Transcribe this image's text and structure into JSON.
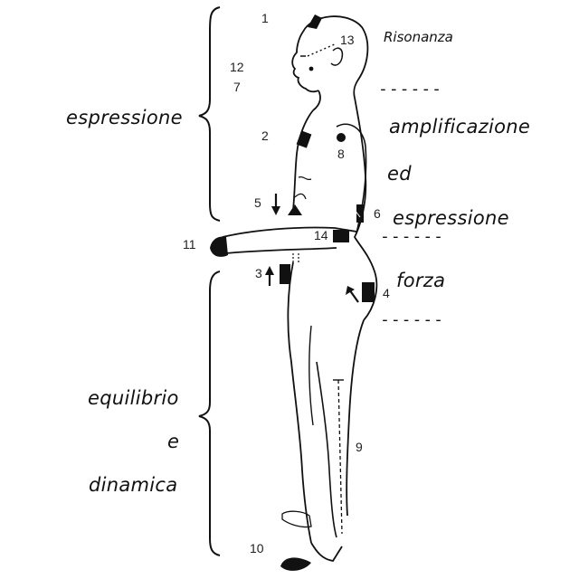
{
  "labels": {
    "risonanza": "Risonanza",
    "espressione_left": "espressione",
    "amplificazione": "amplificazione",
    "ed": "ed",
    "espressione_right": "espressione",
    "forza": "forza",
    "equilibrio": "equilibrio",
    "e": "e",
    "dinamica": "dinamica"
  },
  "separators": [
    "------",
    "------",
    "------"
  ],
  "points": [
    {
      "id": "p1",
      "label": "1"
    },
    {
      "id": "p2",
      "label": "2"
    },
    {
      "id": "p3",
      "label": "3"
    },
    {
      "id": "p4",
      "label": "4"
    },
    {
      "id": "p5",
      "label": "5"
    },
    {
      "id": "p6",
      "label": "6"
    },
    {
      "id": "p7",
      "label": "7"
    },
    {
      "id": "p8",
      "label": "8"
    },
    {
      "id": "p9",
      "label": "9"
    },
    {
      "id": "p10",
      "label": "10"
    },
    {
      "id": "p11",
      "label": "11"
    },
    {
      "id": "p12",
      "label": "12"
    },
    {
      "id": "p13",
      "label": "13"
    },
    {
      "id": "p14",
      "label": "14"
    }
  ],
  "colors": {
    "ink": "#111111",
    "background": "#ffffff"
  }
}
